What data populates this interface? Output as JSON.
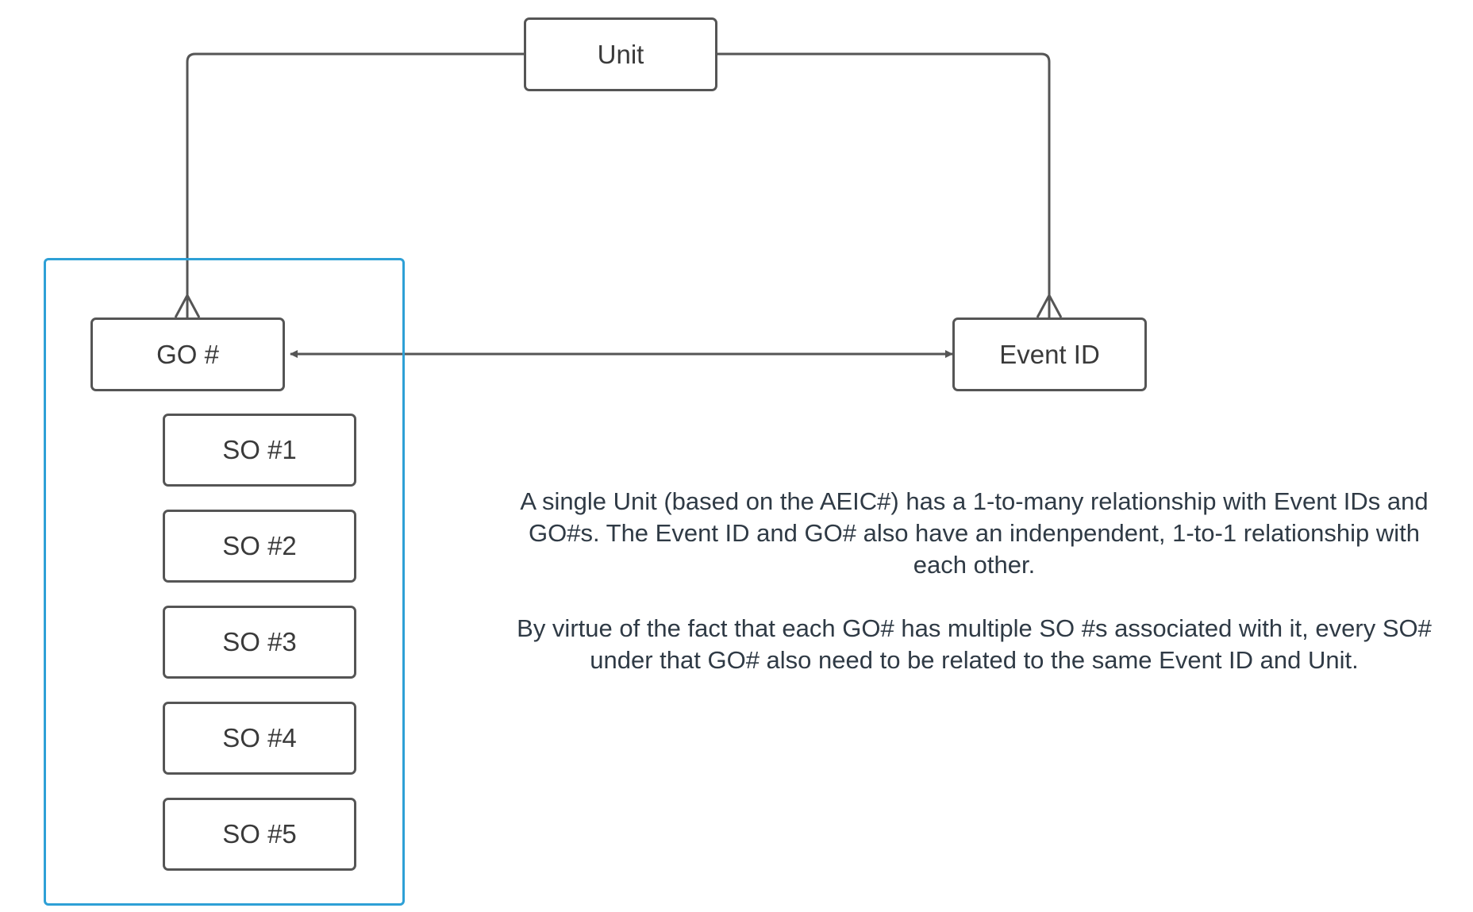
{
  "nodes": {
    "unit": "Unit",
    "go": "GO #",
    "event_id": "Event ID",
    "so_items": [
      "SO #1",
      "SO #2",
      "SO #3",
      "SO #4",
      "SO #5"
    ]
  },
  "description": {
    "paragraph_1": "A single Unit (based on the AEIC#) has a 1-to-many relationship with Event IDs and GO#s. The Event ID and GO# also have an indenpendent, 1-to-1 relationship with each other.",
    "paragraph_2": "By virtue of the fact that each GO# has multiple SO #s associated with it, every SO# under that GO# also need to be related to the same Event ID and Unit."
  },
  "colors": {
    "line": "#555555",
    "group_border": "#2ea0d6",
    "text": "#3a3a3a"
  }
}
